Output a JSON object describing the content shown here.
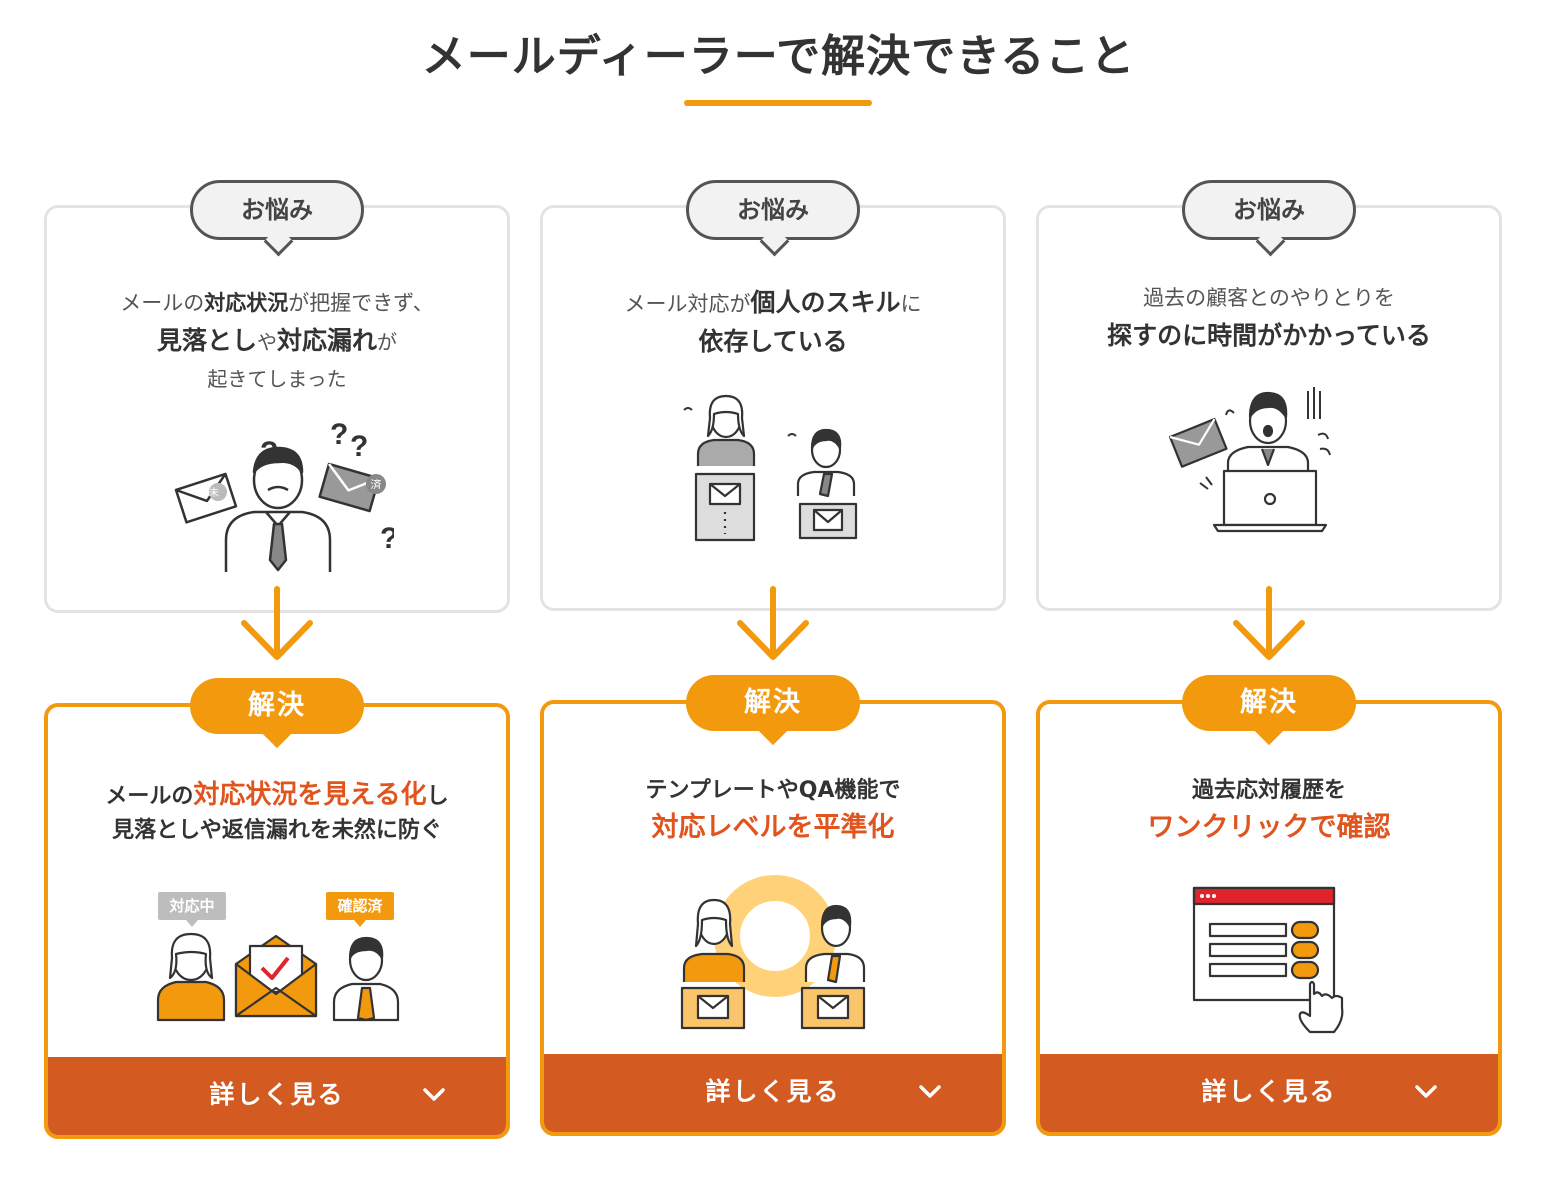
{
  "title": "メールディーラーで解決できること",
  "problem_label": "お悩み",
  "solution_label": "解決",
  "detail_label": "詳しく見る",
  "columns": [
    {
      "problem": {
        "l1a": "メールの",
        "l1b": "対応状況",
        "l1c": "が把握できず、",
        "l2a": "見落とし",
        "l2b": "や",
        "l2c": "対応漏れ",
        "l2d": "が",
        "l3": "起きてしまった"
      },
      "solution": {
        "s1a": "メールの",
        "s1b": "対応状況を見える化",
        "s1c": "し",
        "s2": "見落としや返信漏れを未然に防ぐ"
      },
      "illus": {
        "badge_unread": "未",
        "badge_done": "済",
        "tag_in_progress": "対応中",
        "tag_confirmed": "確認済"
      }
    },
    {
      "problem": {
        "l1a": "メール対応が",
        "l1b": "個人のスキル",
        "l1c": "に",
        "l2": "依存している"
      },
      "solution": {
        "s1": "テンプレートやQA機能で",
        "s2": "対応レベルを平準化"
      }
    },
    {
      "problem": {
        "l1": "過去の顧客とのやりとりを",
        "l2": "探すのに時間がかかっている"
      },
      "solution": {
        "s1": "過去応対履歴を",
        "s2": "ワンクリックで確認"
      }
    }
  ],
  "colors": {
    "orange": "#f2990e",
    "accent_red": "#e0541e",
    "detail_bar": "#d35a21",
    "card_border": "#e3e3e3"
  }
}
